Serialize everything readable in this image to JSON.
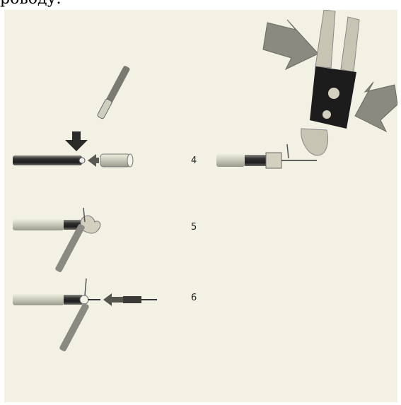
{
  "caption": {
    "text": "роводу."
  },
  "steps": [
    {
      "number": "4"
    },
    {
      "number": "5"
    },
    {
      "number": "6"
    }
  ],
  "colors": {
    "panel": "#f3f1e3",
    "arrow": "#8a8a80",
    "arrow_dark": "#4a4a44",
    "cable_dark": "#2a2a2a",
    "cable_mid": "#7a7a74",
    "sleeve": "#d8d8c8",
    "tool": "#c8c4b4",
    "tool_black": "#1c1c1c"
  }
}
